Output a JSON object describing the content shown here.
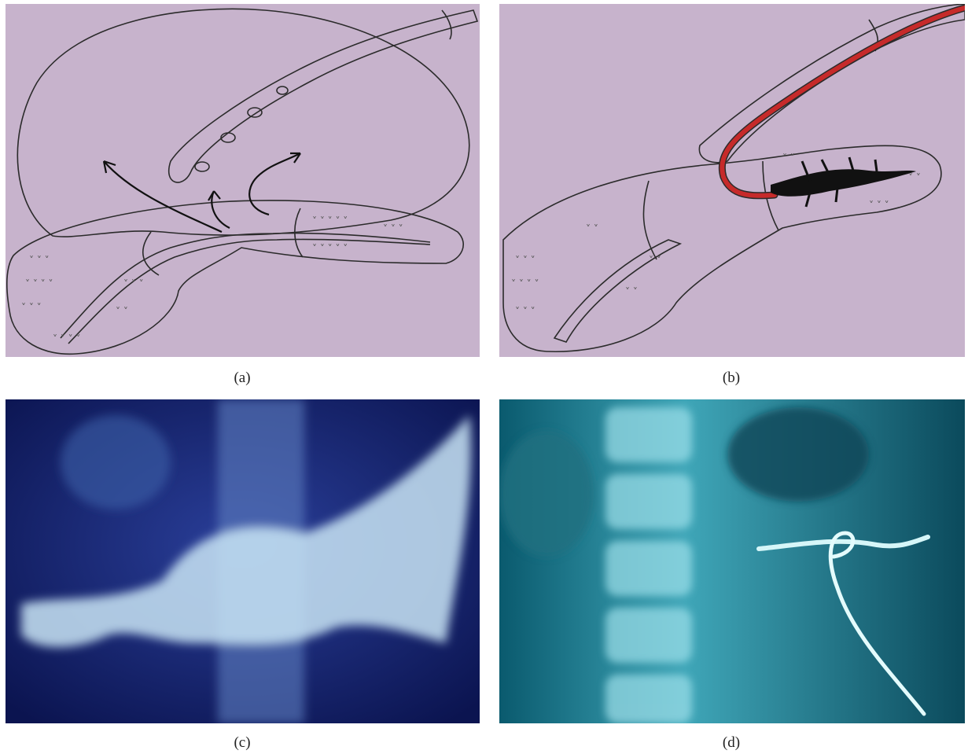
{
  "figure": {
    "panels": [
      {
        "caption": "(a)",
        "content": "schematic drawing"
      },
      {
        "caption": "(b)",
        "content": "schematic drawing"
      },
      {
        "caption": "(c)",
        "content": "radiograph"
      },
      {
        "caption": "(d)",
        "content": "radiograph"
      }
    ],
    "colors": {
      "drawing_background": "#c7b3cc",
      "ink": "#2b2b2b",
      "tube_red": "#c62a2a",
      "xray_dark_c": "#0e1a55",
      "xray_dark_d": "#0b4f63",
      "xray_bright": "#c8f4f6"
    }
  }
}
